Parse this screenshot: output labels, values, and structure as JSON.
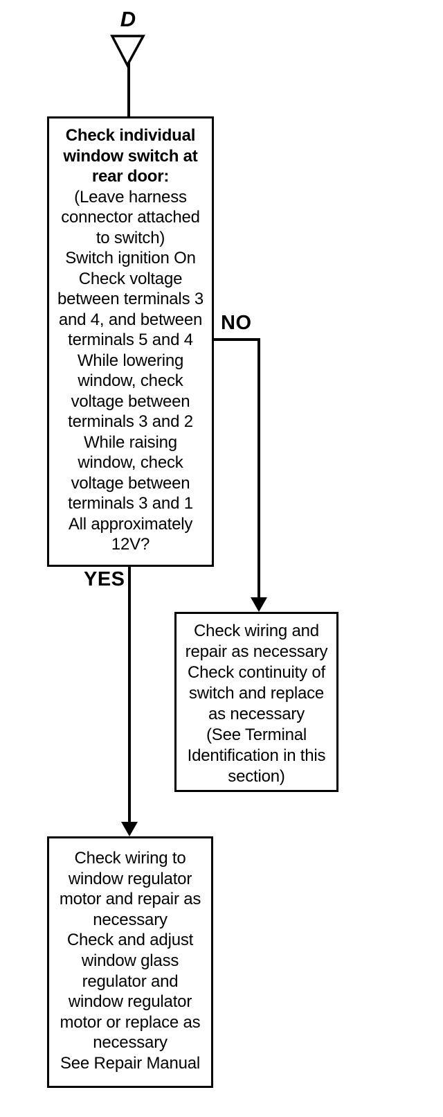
{
  "page": {
    "paper_color": "#ffffff",
    "ink_color": "#000000"
  },
  "connector": {
    "label": "D",
    "icon": "connector-triangle-down-icon"
  },
  "decision_box": {
    "title_lines": [
      "Check individual",
      "window switch at",
      "rear door:"
    ],
    "body_lines": [
      "(Leave harness",
      "connector attached",
      "to switch)",
      "Switch ignition On",
      "Check voltage",
      "between terminals 3",
      "and 4, and between",
      "terminals 5 and 4",
      "While lowering",
      "window, check",
      "voltage between",
      "terminals 3 and 2",
      "While raising",
      "window, check",
      "voltage between",
      "terminals 3 and 1",
      "All approximately",
      "12V?"
    ]
  },
  "branches": {
    "no_label": "NO",
    "yes_label": "YES"
  },
  "no_action_box": {
    "lines": [
      "Check wiring and",
      "repair as necessary",
      "Check continuity of",
      "switch and replace",
      "as necessary",
      "(See Terminal",
      "Identification in this",
      "section)"
    ]
  },
  "yes_action_box": {
    "lines": [
      "Check wiring to",
      "window regulator",
      "motor and repair as",
      "necessary",
      "Check and adjust",
      "window glass",
      "regulator and",
      "window regulator",
      "motor or replace as",
      "necessary",
      "See Repair Manual"
    ]
  }
}
